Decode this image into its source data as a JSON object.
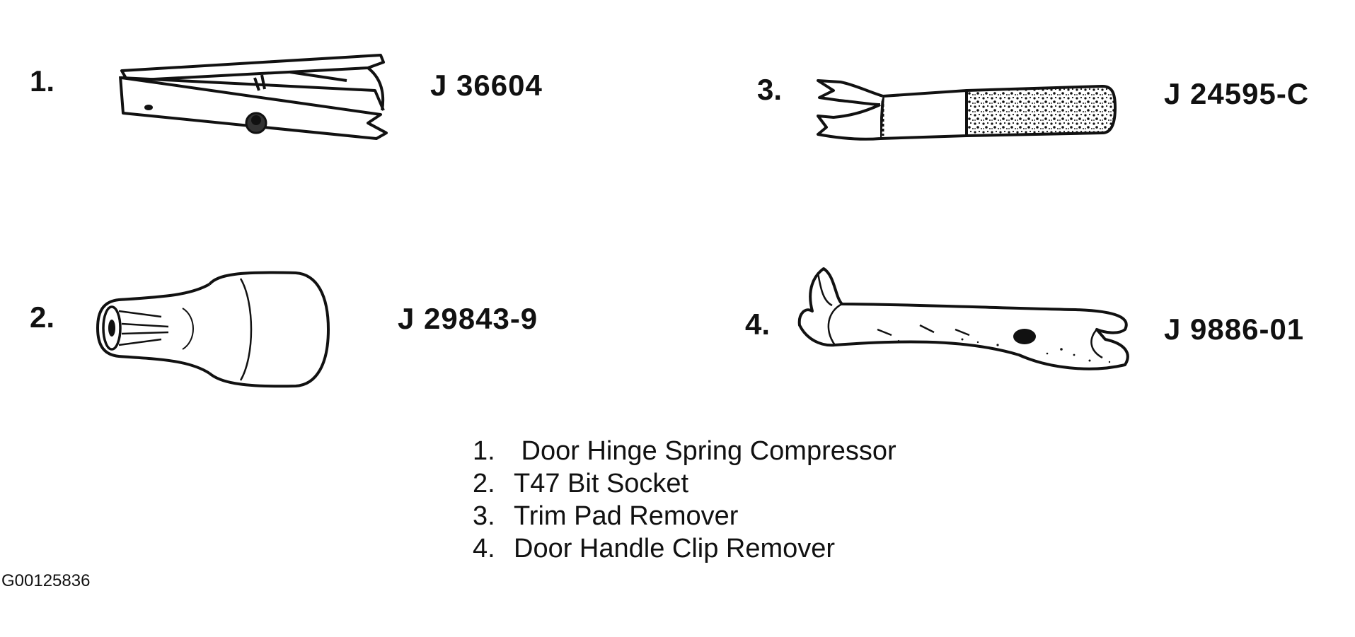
{
  "tools": [
    {
      "number": "1.",
      "part_number": "J 36604",
      "icon": "hinge-spring-compressor-icon"
    },
    {
      "number": "2.",
      "part_number": "J 29843-9",
      "icon": "bit-socket-icon"
    },
    {
      "number": "3.",
      "part_number": "J 24595-C",
      "icon": "trim-pad-remover-icon"
    },
    {
      "number": "4.",
      "part_number": "J 9886-01",
      "icon": "clip-remover-icon"
    }
  ],
  "legend": [
    {
      "number": "1.",
      "label": " Door Hinge Spring Compressor"
    },
    {
      "number": "2.",
      "label": "T47 Bit Socket"
    },
    {
      "number": "3.",
      "label": "Trim Pad Remover"
    },
    {
      "number": "4.",
      "label": "Door Handle Clip Remover"
    }
  ],
  "figure_id": "G00125836",
  "colors": {
    "ink": "#111111",
    "background": "#ffffff"
  }
}
